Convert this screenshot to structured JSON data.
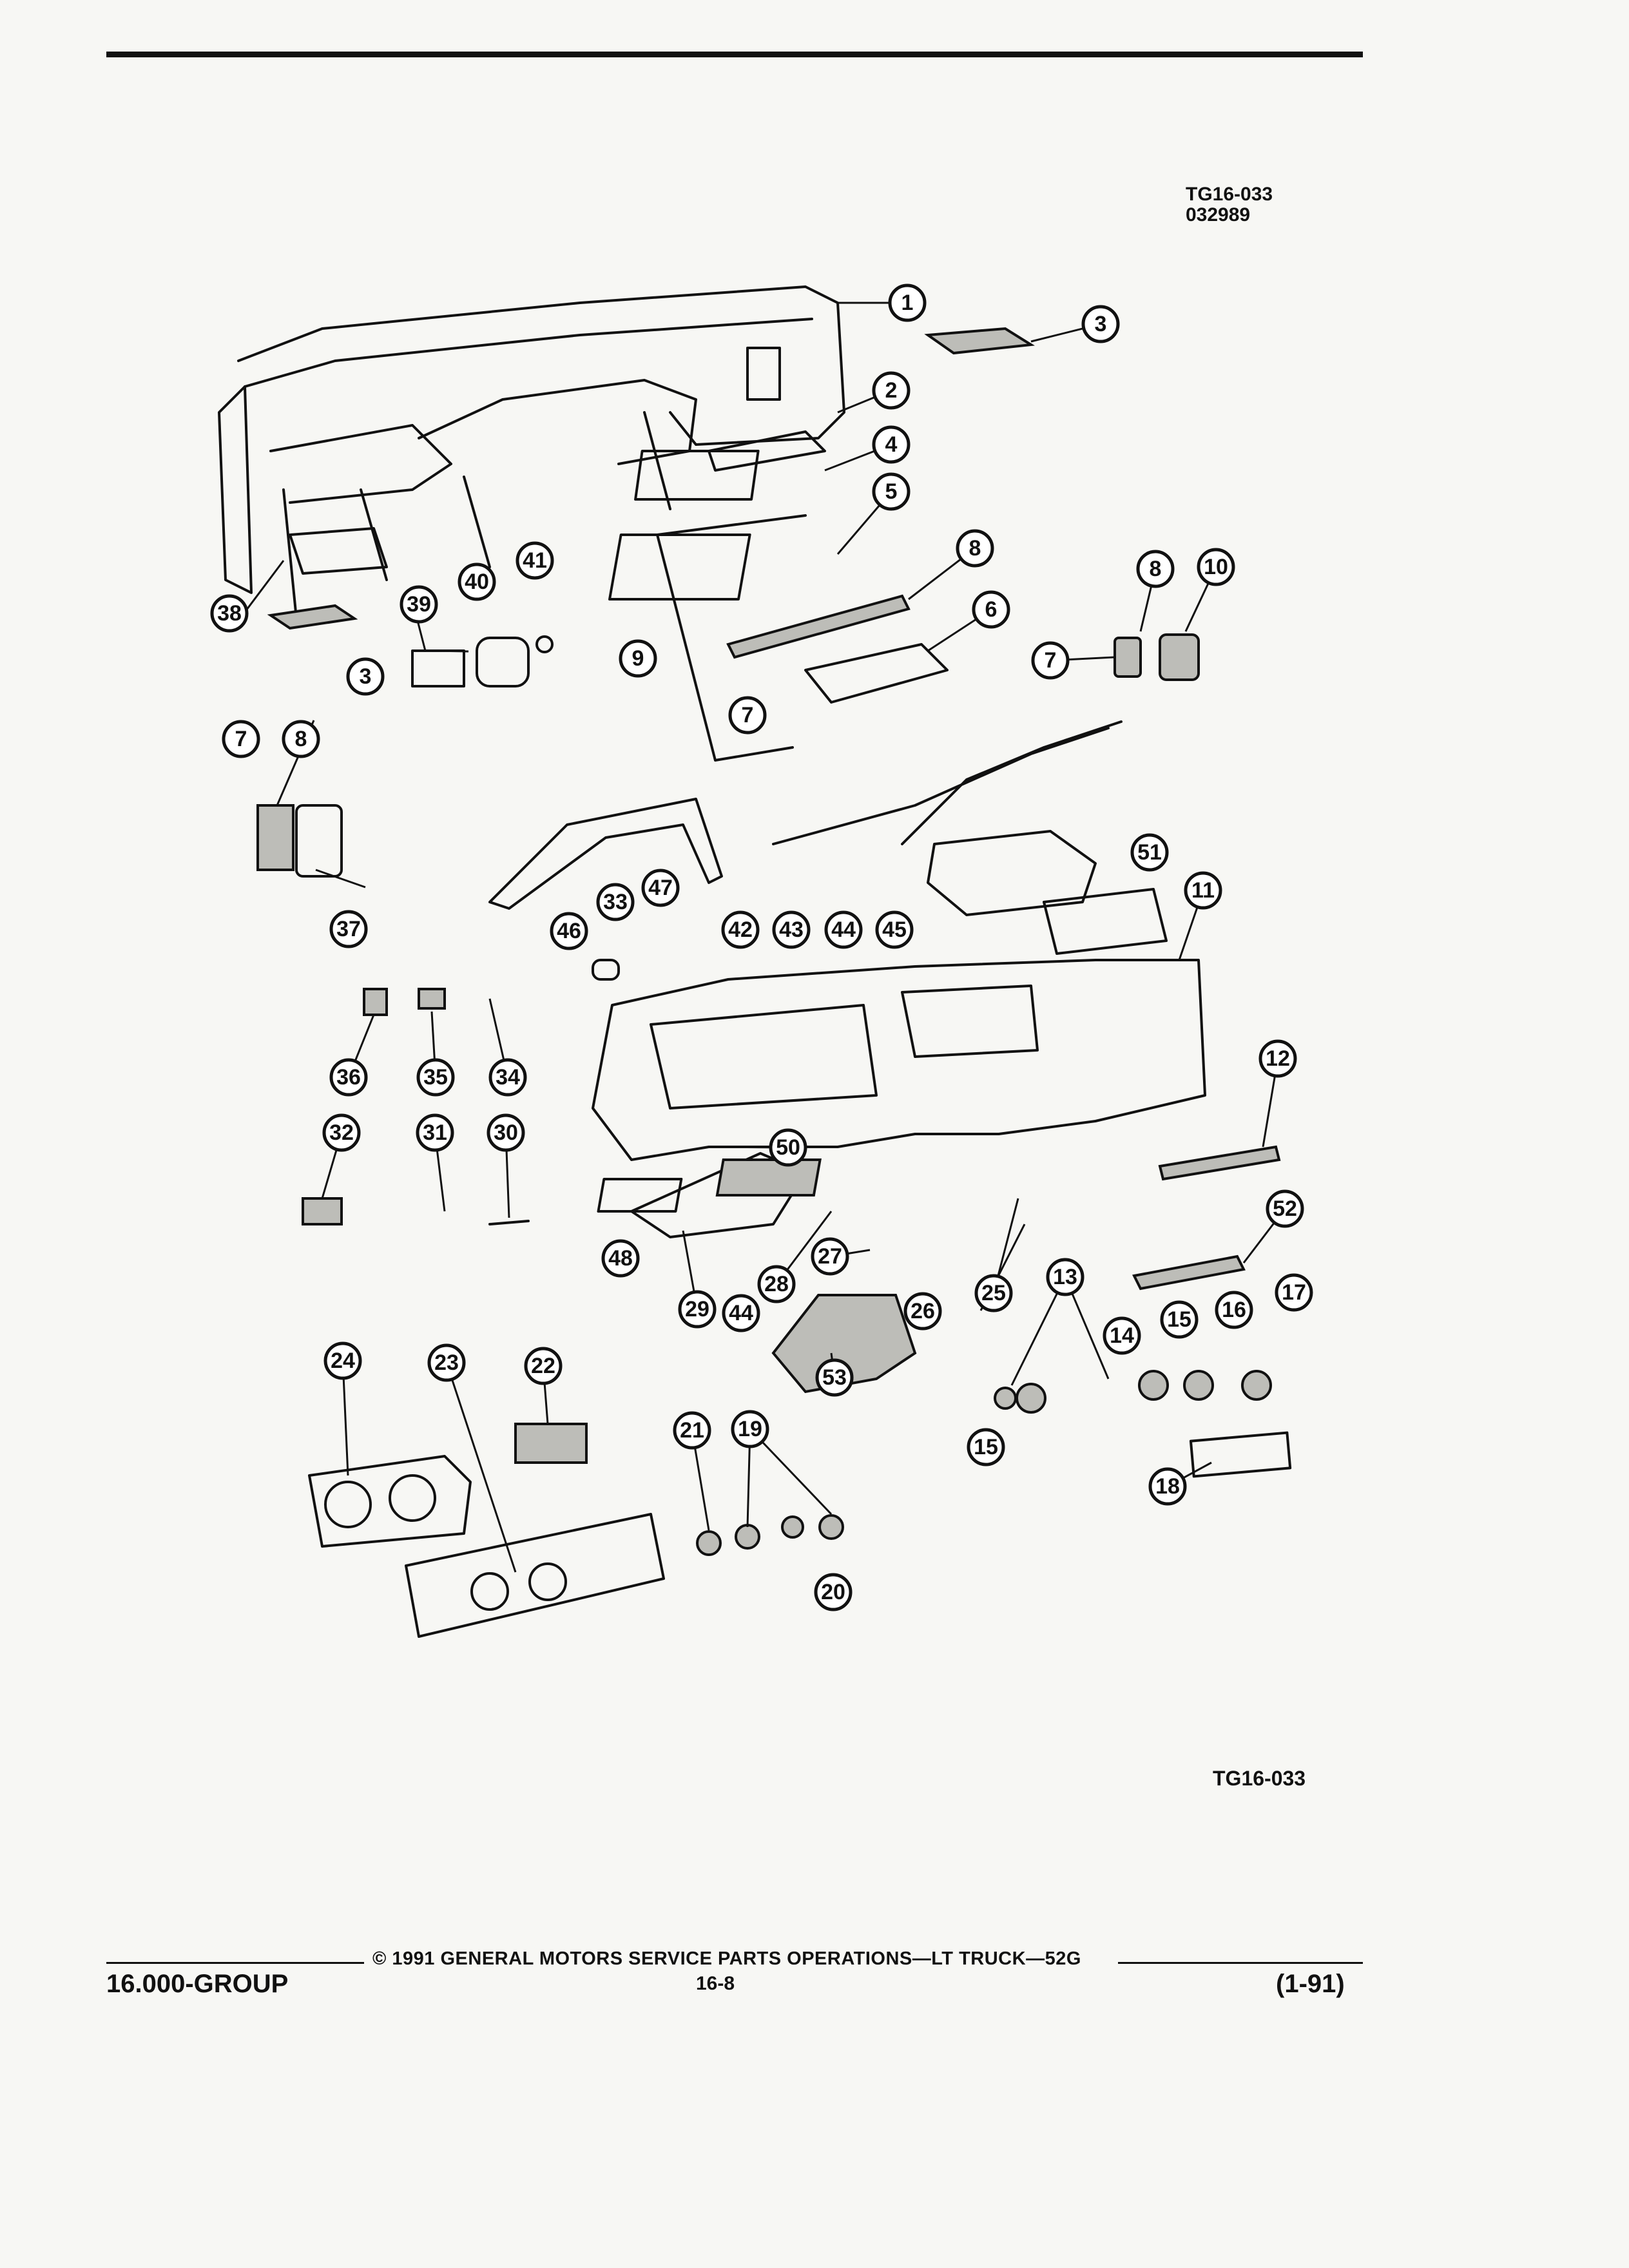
{
  "header": {
    "figure_code": "TG16-033",
    "date_code": "032989"
  },
  "figure": {
    "code_bottom": "TG16-033"
  },
  "callouts": [
    {
      "id": "c1",
      "label": "1"
    },
    {
      "id": "c2",
      "label": "2"
    },
    {
      "id": "c3a",
      "label": "3"
    },
    {
      "id": "c3b",
      "label": "3"
    },
    {
      "id": "c4",
      "label": "4"
    },
    {
      "id": "c5",
      "label": "5"
    },
    {
      "id": "c6",
      "label": "6"
    },
    {
      "id": "c7a",
      "label": "7"
    },
    {
      "id": "c7b",
      "label": "7"
    },
    {
      "id": "c7c",
      "label": "7"
    },
    {
      "id": "c8a",
      "label": "8"
    },
    {
      "id": "c8b",
      "label": "8"
    },
    {
      "id": "c8c",
      "label": "8"
    },
    {
      "id": "c9",
      "label": "9"
    },
    {
      "id": "c10",
      "label": "10"
    },
    {
      "id": "c11",
      "label": "11"
    },
    {
      "id": "c12",
      "label": "12"
    },
    {
      "id": "c13",
      "label": "13"
    },
    {
      "id": "c14",
      "label": "14"
    },
    {
      "id": "c15a",
      "label": "15"
    },
    {
      "id": "c15b",
      "label": "15"
    },
    {
      "id": "c16",
      "label": "16"
    },
    {
      "id": "c17",
      "label": "17"
    },
    {
      "id": "c18",
      "label": "18"
    },
    {
      "id": "c19",
      "label": "19"
    },
    {
      "id": "c20",
      "label": "20"
    },
    {
      "id": "c21",
      "label": "21"
    },
    {
      "id": "c22",
      "label": "22"
    },
    {
      "id": "c23",
      "label": "23"
    },
    {
      "id": "c24",
      "label": "24"
    },
    {
      "id": "c25",
      "label": "25"
    },
    {
      "id": "c26",
      "label": "26"
    },
    {
      "id": "c27",
      "label": "27"
    },
    {
      "id": "c28",
      "label": "28"
    },
    {
      "id": "c29",
      "label": "29"
    },
    {
      "id": "c30",
      "label": "30"
    },
    {
      "id": "c31",
      "label": "31"
    },
    {
      "id": "c32",
      "label": "32"
    },
    {
      "id": "c33",
      "label": "33"
    },
    {
      "id": "c34",
      "label": "34"
    },
    {
      "id": "c35",
      "label": "35"
    },
    {
      "id": "c36",
      "label": "36"
    },
    {
      "id": "c37",
      "label": "37"
    },
    {
      "id": "c38",
      "label": "38"
    },
    {
      "id": "c39",
      "label": "39"
    },
    {
      "id": "c40",
      "label": "40"
    },
    {
      "id": "c41",
      "label": "41"
    },
    {
      "id": "c42",
      "label": "42"
    },
    {
      "id": "c43",
      "label": "43"
    },
    {
      "id": "c44a",
      "label": "44"
    },
    {
      "id": "c44b",
      "label": "44"
    },
    {
      "id": "c45",
      "label": "45"
    },
    {
      "id": "c46",
      "label": "46"
    },
    {
      "id": "c47",
      "label": "47"
    },
    {
      "id": "c48",
      "label": "48"
    },
    {
      "id": "c50",
      "label": "50"
    },
    {
      "id": "c51",
      "label": "51"
    },
    {
      "id": "c52",
      "label": "52"
    },
    {
      "id": "c53",
      "label": "53"
    }
  ],
  "footer": {
    "copyright": "© 1991 GENERAL MOTORS SERVICE PARTS OPERATIONS—LT TRUCK—52G",
    "group": "16.000-GROUP",
    "page": "16-8",
    "revision": "(1-91)"
  }
}
